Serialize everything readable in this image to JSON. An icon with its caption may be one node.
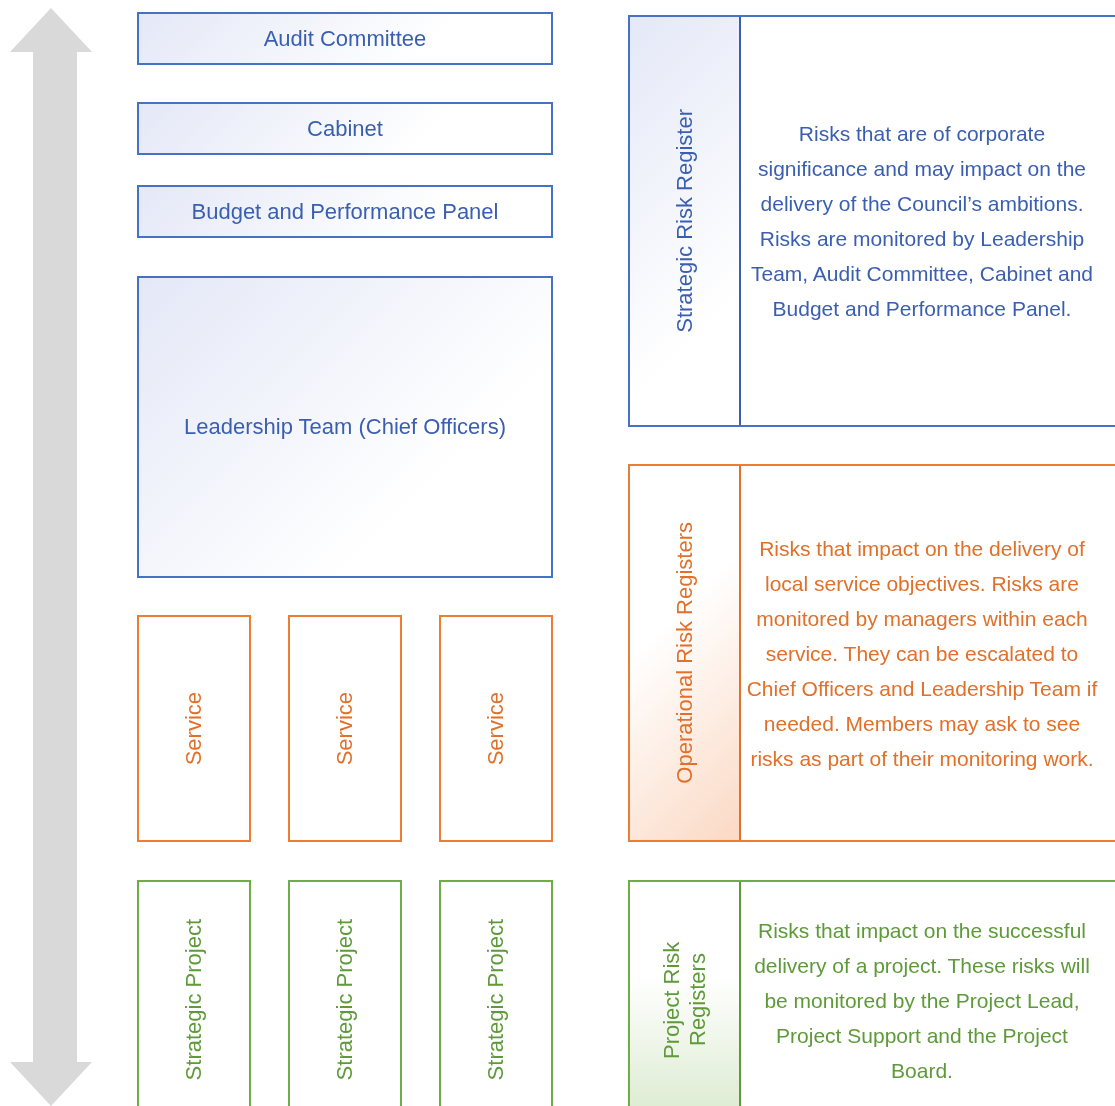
{
  "diagram": {
    "nodes": [
      {
        "text": [
          "Audit Committee"
        ]
      },
      {
        "text": [
          "Cabinet"
        ]
      },
      {
        "text": [
          "Budget and Performance Panel"
        ]
      },
      {
        "text": [
          "Leadership Team (Chief Officers)"
        ]
      },
      {
        "text": [
          "Strategic Risk Register",
          "Risks that are of corporate significance and may impact on the delivery of the Council’s ambitions.  Risks are monitored by Leadership Team, Audit Committee, Cabinet and Budget and Performance Panel."
        ]
      },
      {
        "text": [
          "Service"
        ]
      },
      {
        "text": [
          "Service"
        ]
      },
      {
        "text": [
          "Service"
        ]
      },
      {
        "text": [
          "Operational Risk Registers",
          "Risks that impact on the delivery of local service objectives.  Risks are monitored by managers within each service.  They can be escalated to Chief Officers and Leadership Team if needed.  Members may ask to see risks as part of their monitoring work."
        ]
      },
      {
        "text": [
          "Strategic Project"
        ]
      },
      {
        "text": [
          "Strategic Project"
        ]
      },
      {
        "text": [
          "Strategic Project"
        ]
      },
      {
        "text": [
          "Project Risk Registers",
          "Risks that impact on the successful delivery of a project.  These risks will be monitored by the Project Lead, Project Support and the Project Board."
        ]
      }
    ]
  }
}
